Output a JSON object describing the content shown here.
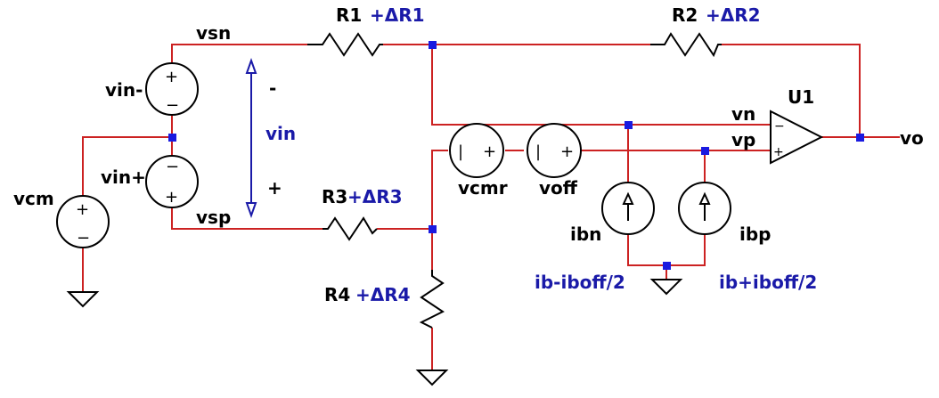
{
  "components": {
    "r1": {
      "name": "R1",
      "delta": "+ΔR1"
    },
    "r2": {
      "name": "R2",
      "delta": "+ΔR2"
    },
    "r3": {
      "name": "R3",
      "delta": "+ΔR3"
    },
    "r4": {
      "name": "R4",
      "delta": "+ΔR4"
    },
    "u1": {
      "name": "U1"
    },
    "vin_minus": {
      "name": "vin-"
    },
    "vin_plus": {
      "name": "vin+"
    },
    "vcm": {
      "name": "vcm"
    },
    "vcmr": {
      "name": "vcmr"
    },
    "voff": {
      "name": "voff"
    },
    "ibn": {
      "name": "ibn",
      "value": "ib-iboff/2"
    },
    "ibp": {
      "name": "ibp",
      "value": "ib+iboff/2"
    }
  },
  "nets": {
    "vsn": "vsn",
    "vsp": "vsp",
    "vn": "vn",
    "vp": "vp",
    "vo": "vo"
  },
  "vin_indicator": {
    "label": "vin",
    "minus": "-",
    "plus": "+"
  },
  "source_marks": {
    "plus": "+",
    "minus": "−",
    "bar": "|"
  },
  "colors": {
    "wire": "#cc2222",
    "node": "#1a1ae0",
    "annotation": "#1a1aa8",
    "component": "#000000"
  }
}
